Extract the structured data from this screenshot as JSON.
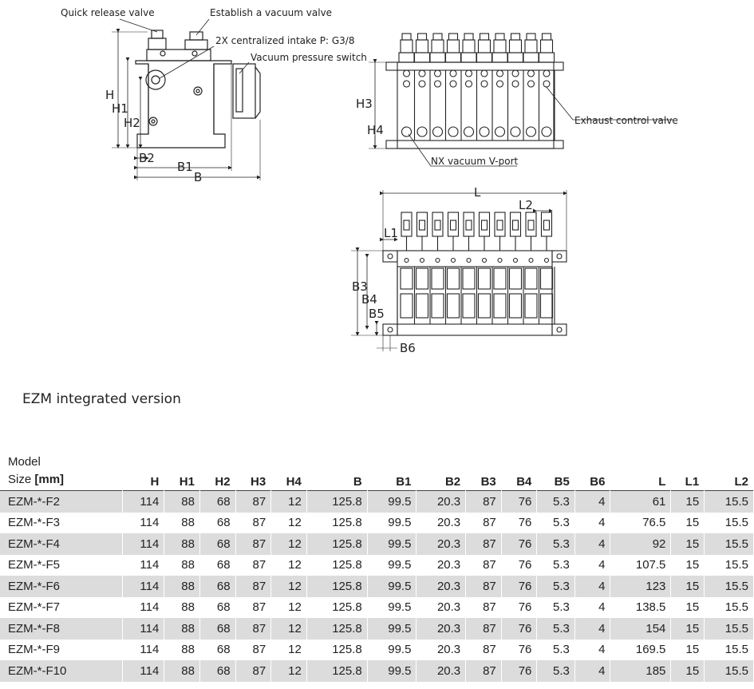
{
  "callouts": {
    "quick_release_valve": "Quick release valve",
    "establish_vacuum_valve": "Establish a vacuum valve",
    "centralized_intake": "2X centralized intake P: G3/8",
    "vacuum_pressure_switch": "Vacuum pressure switch",
    "exhaust_control_valve": "Exhaust control valve",
    "nx_vacuum_port": "NX vacuum V-port"
  },
  "dimensions": {
    "h": "H",
    "h1": "H1",
    "h2": "H2",
    "h3": "H3",
    "h4": "H4",
    "b": "B",
    "b1": "B1",
    "b2": "B2",
    "b3": "B3",
    "b4": "B4",
    "b5": "B5",
    "b6": "B6",
    "l": "L",
    "l1": "L1",
    "l2": "L2"
  },
  "section_title": "EZM integrated version",
  "table": {
    "corner_line1": "Model",
    "corner_line2": "Size",
    "unit": "mm",
    "columns": [
      "H",
      "H1",
      "H2",
      "H3",
      "H4",
      "B",
      "B1",
      "B2",
      "B3",
      "B4",
      "B5",
      "B6",
      "L",
      "L1",
      "L2"
    ],
    "rows": [
      [
        "EZM-*-F2",
        "114",
        "88",
        "68",
        "87",
        "12",
        "125.8",
        "99.5",
        "20.3",
        "87",
        "76",
        "5.3",
        "4",
        "61",
        "15",
        "15.5"
      ],
      [
        "EZM-*-F3",
        "114",
        "88",
        "68",
        "87",
        "12",
        "125.8",
        "99.5",
        "20.3",
        "87",
        "76",
        "5.3",
        "4",
        "76.5",
        "15",
        "15.5"
      ],
      [
        "EZM-*-F4",
        "114",
        "88",
        "68",
        "87",
        "12",
        "125.8",
        "99.5",
        "20.3",
        "87",
        "76",
        "5.3",
        "4",
        "92",
        "15",
        "15.5"
      ],
      [
        "EZM-*-F5",
        "114",
        "88",
        "68",
        "87",
        "12",
        "125.8",
        "99.5",
        "20.3",
        "87",
        "76",
        "5.3",
        "4",
        "107.5",
        "15",
        "15.5"
      ],
      [
        "EZM-*-F6",
        "114",
        "88",
        "68",
        "87",
        "12",
        "125.8",
        "99.5",
        "20.3",
        "87",
        "76",
        "5.3",
        "4",
        "123",
        "15",
        "15.5"
      ],
      [
        "EZM-*-F7",
        "114",
        "88",
        "68",
        "87",
        "12",
        "125.8",
        "99.5",
        "20.3",
        "87",
        "76",
        "5.3",
        "4",
        "138.5",
        "15",
        "15.5"
      ],
      [
        "EZM-*-F8",
        "114",
        "88",
        "68",
        "87",
        "12",
        "125.8",
        "99.5",
        "20.3",
        "87",
        "76",
        "5.3",
        "4",
        "154",
        "15",
        "15.5"
      ],
      [
        "EZM-*-F9",
        "114",
        "88",
        "68",
        "87",
        "12",
        "125.8",
        "99.5",
        "20.3",
        "87",
        "76",
        "5.3",
        "4",
        "169.5",
        "15",
        "15.5"
      ],
      [
        "EZM-*-F10",
        "114",
        "88",
        "68",
        "87",
        "12",
        "125.8",
        "99.5",
        "20.3",
        "87",
        "76",
        "5.3",
        "4",
        "185",
        "15",
        "15.5"
      ]
    ]
  }
}
